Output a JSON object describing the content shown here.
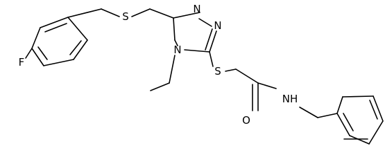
{
  "structure": {
    "atoms": {
      "fluorine": "F",
      "thioether_sulfur": "S",
      "triazole_n1": "N",
      "triazole_n2": "N",
      "triazole_n4": "N",
      "thio_sulfur": "S",
      "amide_nitrogen": "NH",
      "carbonyl_oxygen": "O"
    },
    "colors": {
      "bond": "#000000",
      "label": "#000000",
      "background": "#ffffff"
    }
  }
}
